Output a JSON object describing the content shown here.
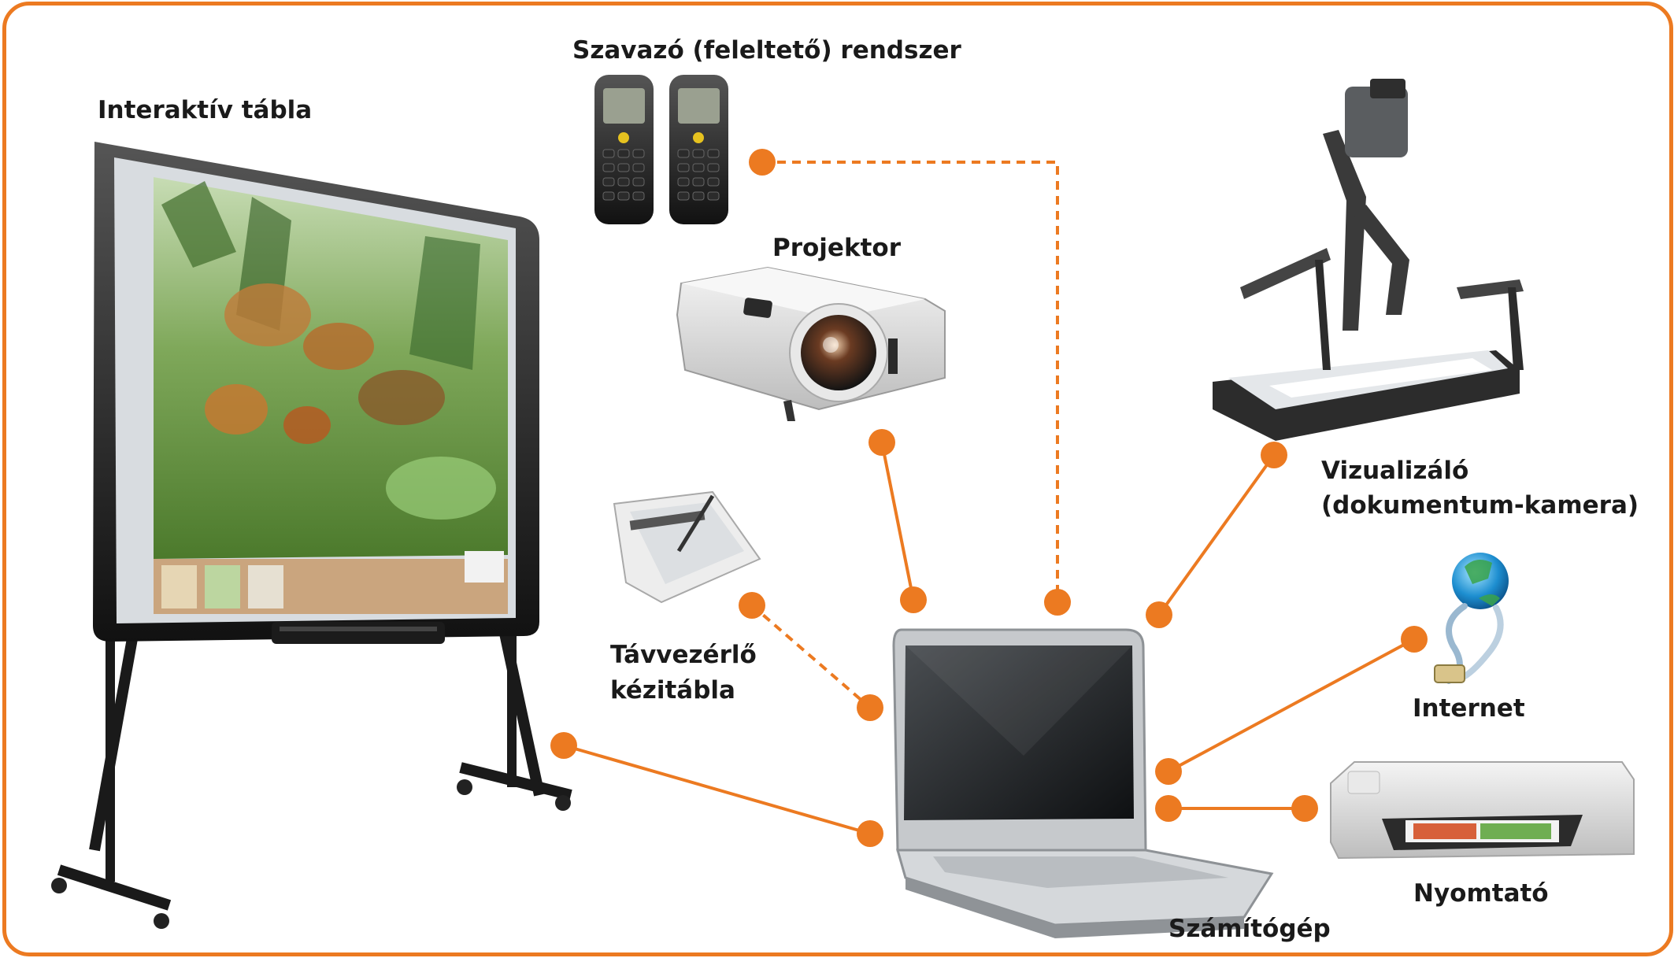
{
  "labels": {
    "interactive_board": "Interaktív tábla",
    "voting_system": "Szavazó (feleltető) rendszer",
    "projector": "Projektor",
    "visualizer_line1": "Vizualizáló",
    "visualizer_line2": "(dokumentum-kamera)",
    "remote_tablet_line1": "Távvezérlő",
    "remote_tablet_line2": "kézitábla",
    "internet": "Internet",
    "printer": "Nyomtató",
    "computer": "Számítógép"
  },
  "colors": {
    "accent": "#ec7a21",
    "text": "#1a1a1a"
  },
  "connections": [
    {
      "from": "voting_system",
      "to": "computer",
      "style": "dashed"
    },
    {
      "from": "projector",
      "to": "computer",
      "style": "solid"
    },
    {
      "from": "visualizer",
      "to": "computer",
      "style": "solid"
    },
    {
      "from": "remote_tablet",
      "to": "computer",
      "style": "dashed"
    },
    {
      "from": "interactive_board",
      "to": "computer",
      "style": "solid"
    },
    {
      "from": "internet",
      "to": "computer",
      "style": "solid"
    },
    {
      "from": "printer",
      "to": "computer",
      "style": "solid"
    }
  ],
  "icons": [
    "interactive-whiteboard-icon",
    "voting-remote-icon",
    "projector-icon",
    "document-camera-icon",
    "graphics-tablet-icon",
    "globe-internet-icon",
    "printer-icon",
    "laptop-icon"
  ]
}
